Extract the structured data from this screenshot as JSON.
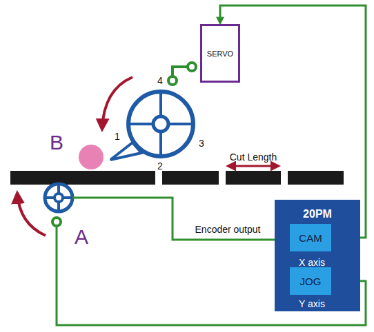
{
  "diagram": {
    "nodes": [
      {
        "text": [
          "SERVO"
        ]
      },
      {
        "text": [
          "20PM"
        ]
      },
      {
        "text": [
          "CAM"
        ],
        "in": 1
      },
      {
        "text": [
          "JOG"
        ],
        "in": 1
      }
    ],
    "edges": [
      {
        "from": 2,
        "to": 0,
        "arrow": "to"
      }
    ],
    "labels": [
      "B",
      "1",
      "4",
      "3",
      "2",
      "Cut Length",
      "A",
      "Encoder output",
      "X axis",
      "Y axis"
    ]
  }
}
